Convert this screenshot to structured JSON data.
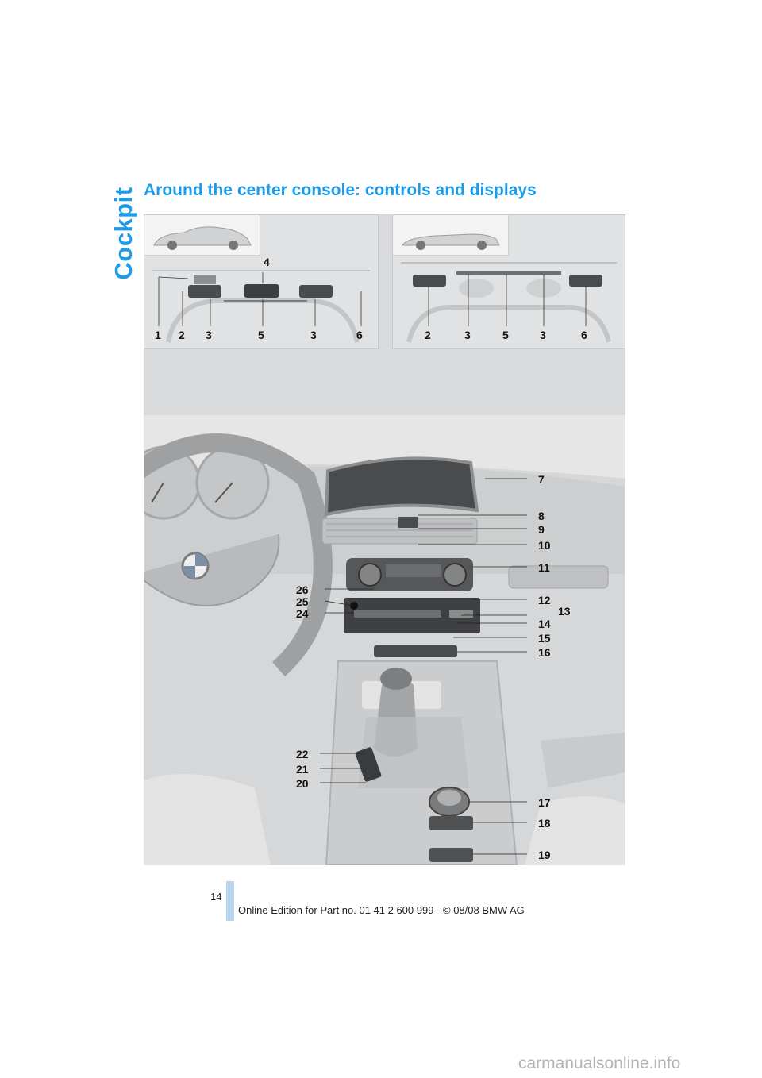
{
  "section_tab": "Cockpit",
  "heading": "Around the center console: controls and displays",
  "callouts_top_left": [
    "1",
    "2",
    "3",
    "5",
    "3",
    "6"
  ],
  "callout_top_left_upper": "4",
  "callouts_top_right": [
    "2",
    "3",
    "5",
    "3",
    "6"
  ],
  "callouts_right": [
    "7",
    "8",
    "9",
    "10",
    "11",
    "12",
    "13",
    "14",
    "15",
    "16",
    "17",
    "18",
    "19"
  ],
  "callouts_left": [
    "26",
    "25",
    "24",
    "22",
    "21",
    "20"
  ],
  "page_number": "14",
  "footer": "Online Edition for Part no. 01 41 2 600 999 - © 08/08 BMW AG",
  "watermark": "carmanualsonline.info",
  "colors": {
    "accent": "#1e9be6",
    "footer_bar": "#b8d6ee",
    "figure_bg": "#d9dadb"
  }
}
